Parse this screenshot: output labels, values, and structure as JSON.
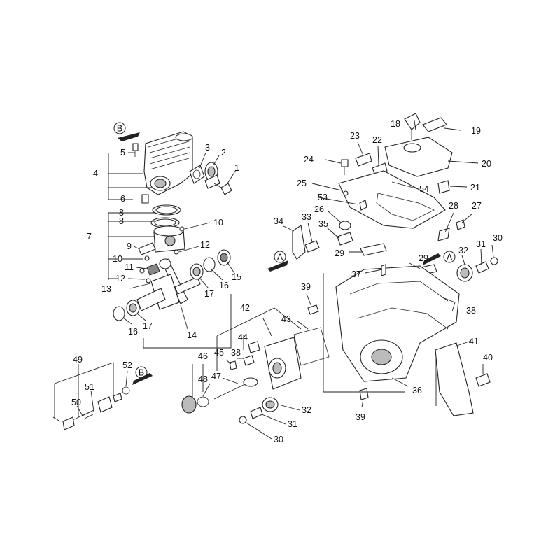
{
  "labels": {
    "n1": "1",
    "n2": "2",
    "n3": "3",
    "n4": "4",
    "n5": "5",
    "n6": "6",
    "n7": "7",
    "n8a": "8",
    "n8b": "8",
    "n9": "9",
    "n10a": "10",
    "n10b": "10",
    "n11": "11",
    "n12a": "12",
    "n12b": "12",
    "n13": "13",
    "n14": "14",
    "n15": "15",
    "n16a": "16",
    "n16b": "16",
    "n17a": "17",
    "n17b": "17",
    "n18": "18",
    "n19": "19",
    "n20": "20",
    "n21": "21",
    "n22": "22",
    "n23": "23",
    "n24": "24",
    "n25": "25",
    "n26": "26",
    "n27": "27",
    "n28": "28",
    "n29a": "29",
    "n29b": "29",
    "n30a": "30",
    "n30b": "30",
    "n31a": "31",
    "n31b": "31",
    "n32a": "32",
    "n32b": "32",
    "n33": "33",
    "n34": "34",
    "n35": "35",
    "n36": "36",
    "n37": "37",
    "n38a": "38",
    "n38b": "38",
    "n39a": "39",
    "n39b": "39",
    "n40": "40",
    "n41": "41",
    "n42": "42",
    "n43": "43",
    "n44": "44",
    "n45": "45",
    "n46": "46",
    "n47": "47",
    "n48": "48",
    "n49": "49",
    "n50": "50",
    "n51": "51",
    "n52": "52",
    "n53": "53",
    "n54": "54"
  },
  "markers": {
    "A": "A",
    "B": "B"
  }
}
